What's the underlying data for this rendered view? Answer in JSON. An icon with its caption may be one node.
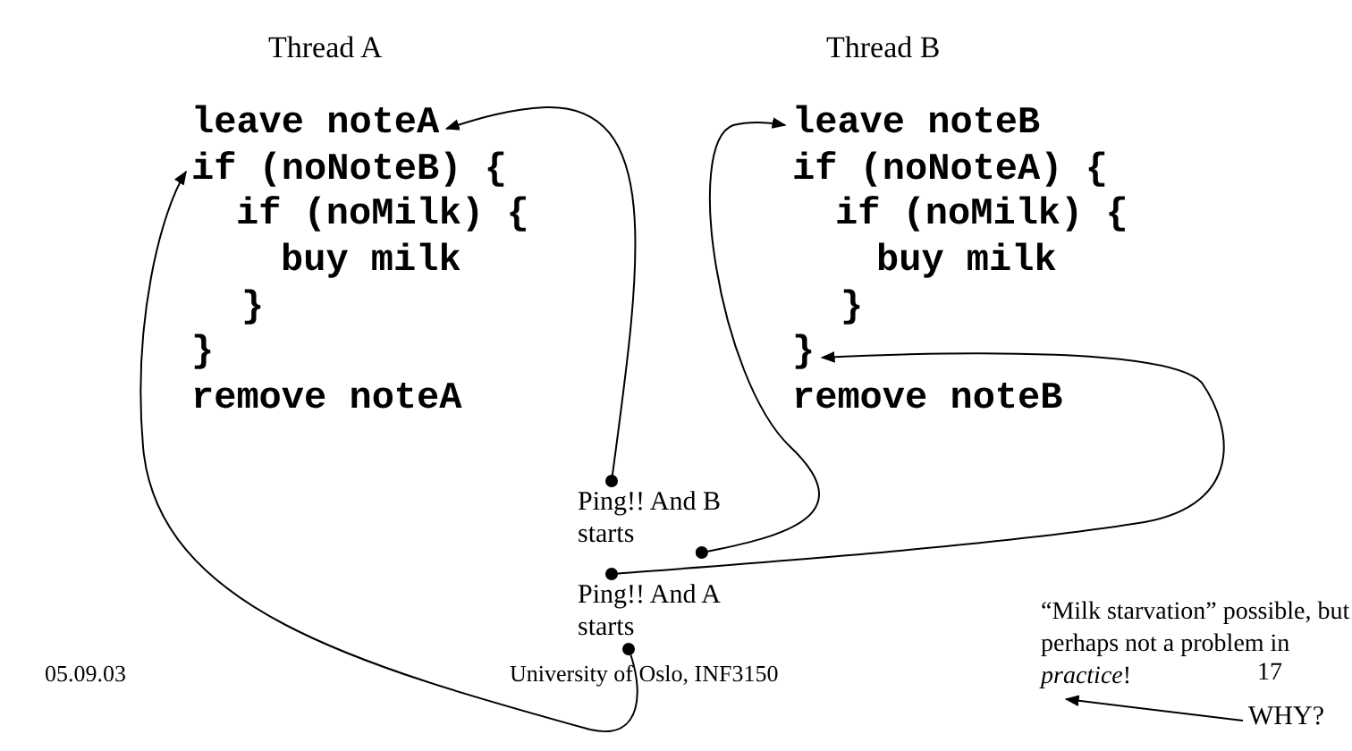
{
  "diagram": {
    "nodes": [
      {
        "text": [
          "leave noteA"
        ]
      },
      {
        "text": [
          "if (noNoteB) {"
        ]
      },
      {
        "text": [
          "if (noMilk) {"
        ]
      },
      {
        "text": [
          "buy milk"
        ]
      },
      {
        "text": [
          "}"
        ]
      },
      {
        "text": [
          "}"
        ]
      },
      {
        "text": [
          "remove noteA"
        ]
      },
      {
        "text": [
          "leave noteB"
        ]
      },
      {
        "text": [
          "if (noNoteA) {"
        ]
      },
      {
        "text": [
          "if (noMilk) {"
        ]
      },
      {
        "text": [
          "buy milk"
        ]
      },
      {
        "text": [
          "}"
        ]
      },
      {
        "text": [
          "}"
        ]
      },
      {
        "text": [
          "remove noteB"
        ]
      },
      {
        "text": [
          "Ping!! And B starts"
        ]
      },
      {
        "text": [
          "Ping!! And A starts"
        ]
      },
      {
        "text": [
          "“Milk starvation” possible, but perhaps not a problem in *practice*!"
        ]
      },
      {
        "text": [
          "WHY?"
        ]
      }
    ],
    "edges": [
      {
        "from": 14,
        "to": 0,
        "arrow": "to"
      },
      {
        "from": 14,
        "to": 7,
        "arrow": "to"
      },
      {
        "from": 15,
        "to": 12,
        "arrow": "to"
      },
      {
        "from": 15,
        "to": 1,
        "arrow": "to"
      },
      {
        "from": 17,
        "to": 16,
        "arrow": "to"
      }
    ],
    "labels": [
      "Thread A",
      "Thread B",
      "05.09.03",
      "University of Oslo, INF3150",
      "17"
    ]
  }
}
